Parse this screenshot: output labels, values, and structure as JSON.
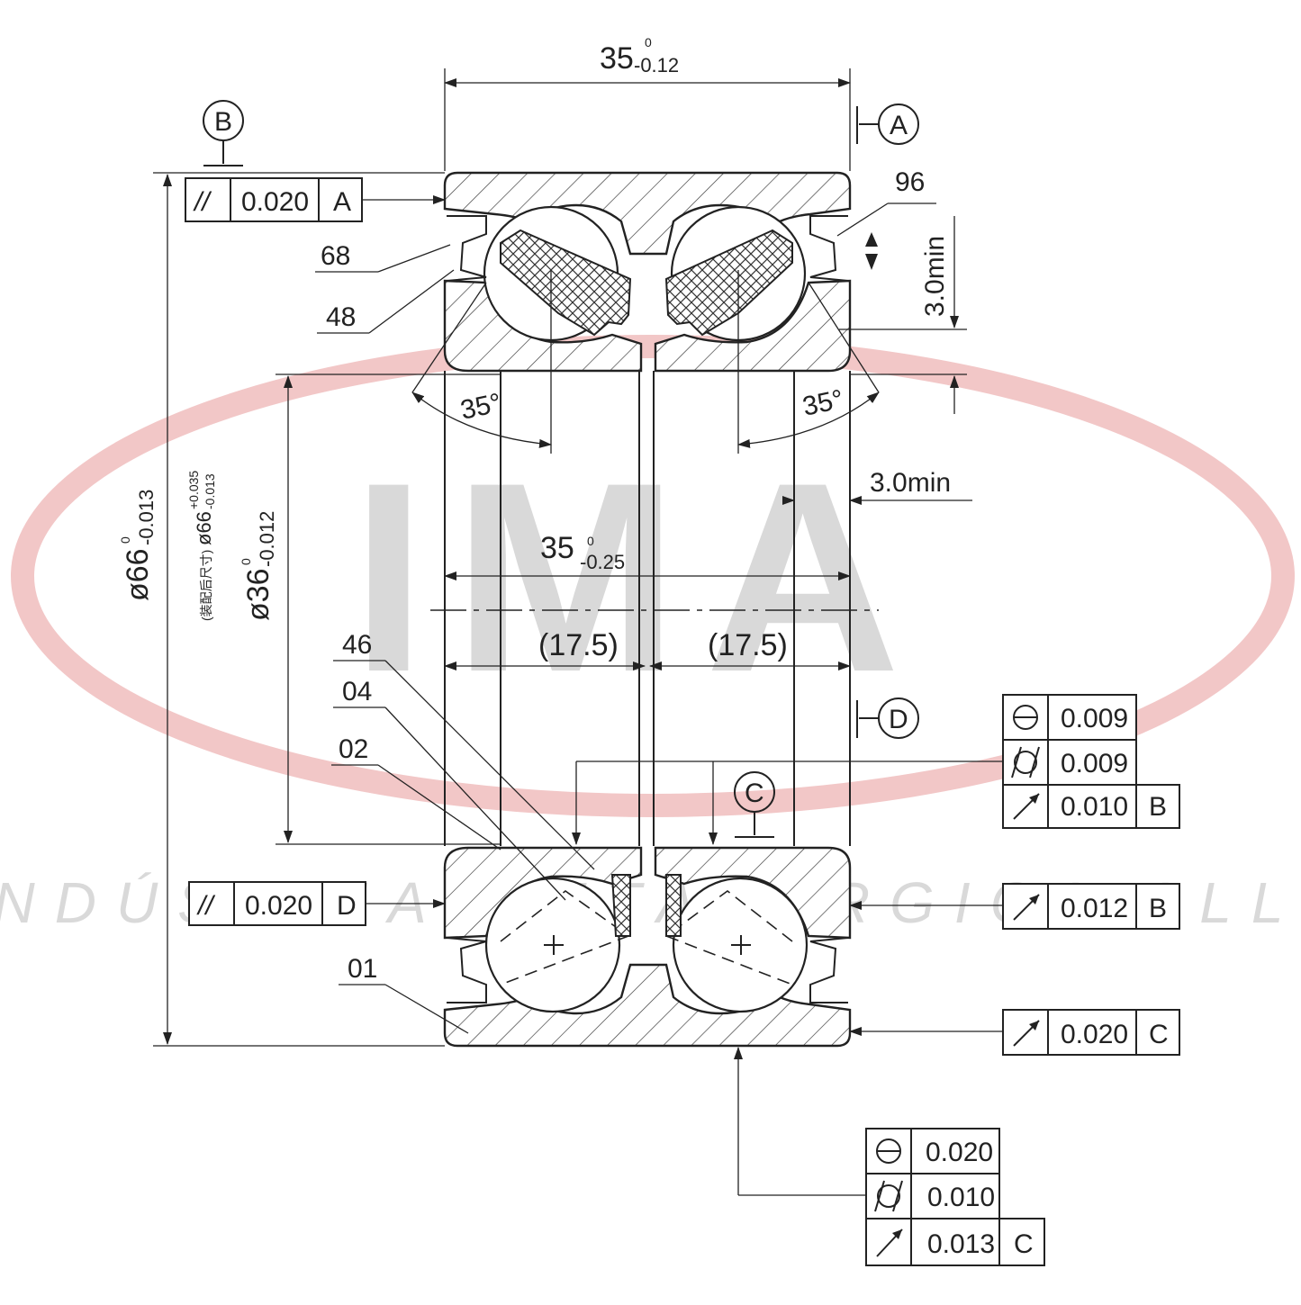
{
  "watermark": {
    "logo": "IMA",
    "company": "INDÚSTRIA METALÚRGICA ALLI",
    "logo_color": "#d9d9d9",
    "ring_color": "#f2c7c7"
  },
  "dims": {
    "top_width": "35",
    "top_width_tol_upper": "0",
    "top_width_tol_lower": "-0.12",
    "inner_width": "35",
    "inner_width_tol_upper": "0",
    "inner_width_tol_lower": "-0.25",
    "half_left": "(17.5)",
    "half_right": "(17.5)",
    "outer_dia": "ø66",
    "outer_dia_tol_upper": "0",
    "outer_dia_tol_lower": "-0.013",
    "outer_dia_alt": "ø66",
    "outer_dia_alt_tol_upper": "+0.035",
    "outer_dia_alt_tol_lower": "-0.013",
    "outer_dia_alt_prefix": "(装配后尺寸)",
    "bore_dia": "ø36",
    "bore_dia_tol_upper": "0",
    "bore_dia_tol_lower": "-0.012",
    "angle_left": "35°",
    "angle_right": "35°",
    "min_chamfer_right": "3.0min",
    "min_chamfer_side": "3.0min"
  },
  "datums": {
    "a": "A",
    "b": "B",
    "c": "C",
    "d": "D"
  },
  "part_numbers": [
    "96",
    "68",
    "48",
    "46",
    "04",
    "02",
    "01"
  ],
  "fcf_parallel_a": {
    "symbol": "//",
    "value": "0.020",
    "datum": "A"
  },
  "fcf_parallel_d": {
    "symbol": "//",
    "value": "0.020",
    "datum": "D"
  },
  "fcf_right_stack": [
    {
      "symbol": "roundness",
      "value": "0.009",
      "datum": ""
    },
    {
      "symbol": "cylindricity",
      "value": "0.009",
      "datum": ""
    },
    {
      "symbol": "runout",
      "value": "0.010",
      "datum": "B"
    }
  ],
  "fcf_runout_mid": {
    "symbol": "runout",
    "value": "0.012",
    "datum": "B"
  },
  "fcf_runout_low": {
    "symbol": "runout",
    "value": "0.020",
    "datum": "C"
  },
  "fcf_bottom_stack": [
    {
      "symbol": "roundness",
      "value": "0.020",
      "datum": ""
    },
    {
      "symbol": "cylindricity",
      "value": "0.010",
      "datum": ""
    },
    {
      "symbol": "runout",
      "value": "0.013",
      "datum": "C"
    }
  ]
}
